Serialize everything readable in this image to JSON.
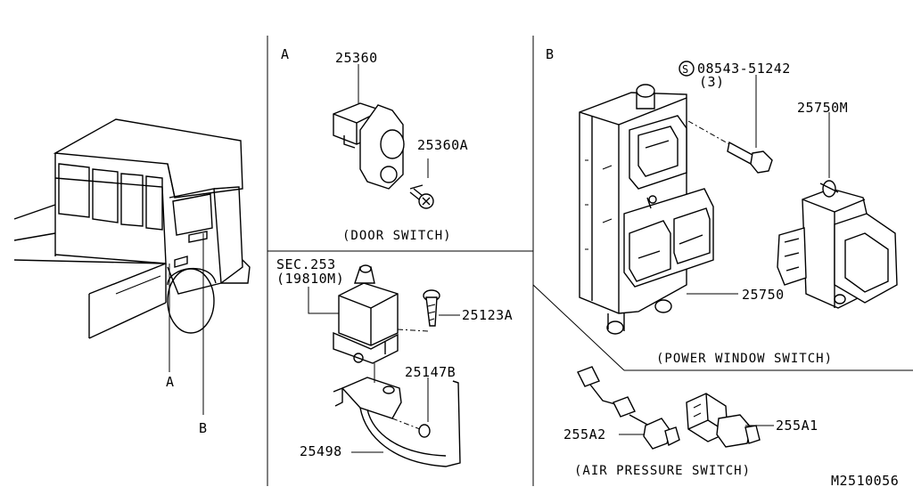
{
  "sections": {
    "a_marker": "A",
    "b_marker": "B"
  },
  "truck": {
    "callout_a": "A",
    "callout_b": "B"
  },
  "door_switch": {
    "part_switch": "25360",
    "part_screw": "25360A",
    "caption": "(DOOR SWITCH)"
  },
  "sec_panel": {
    "sec_ref": "SEC.253",
    "sec_sub": "(19810M)",
    "part_screw": "25123A",
    "part_nut": "25147B",
    "part_bracket": "25498"
  },
  "power_window": {
    "bolt_symbol": "S",
    "bolt_part": "08543-51242",
    "bolt_qty": "(3)",
    "part_sub_switch": "25750M",
    "part_main_switch": "25750",
    "caption": "(POWER WINDOW SWITCH)"
  },
  "air_pressure": {
    "part_a2": "255A2",
    "part_a1": "255A1",
    "caption": "(AIR PRESSURE SWITCH)"
  },
  "drawing_id": "M2510056"
}
